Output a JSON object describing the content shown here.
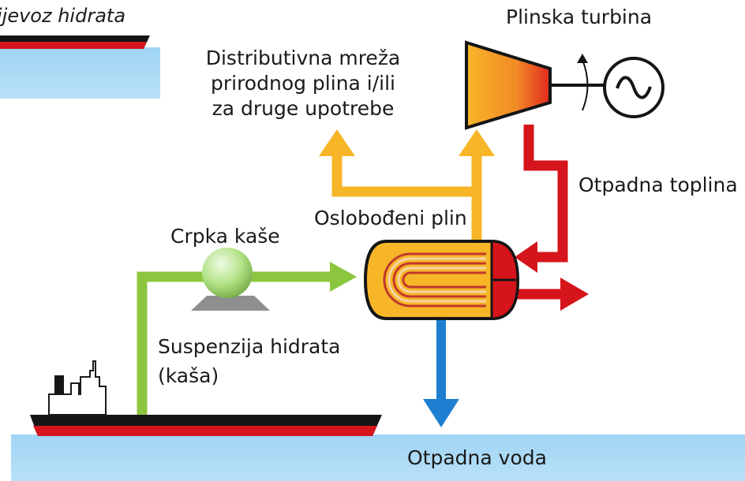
{
  "labels": {
    "transport": "ijevoz hidrata",
    "distribution": [
      "Distributivna mreža",
      "prirodnog plina i/ili",
      "za druge upotrebe"
    ],
    "turbine": "Plinska turbina",
    "waste_heat": "Otpadna toplina",
    "released_gas": "Oslobođeni plin",
    "pump": "Crpka kaše",
    "suspension": "Suspenzija hidrata",
    "slurry": "(kaša)",
    "waste_water": "Otpadna voda"
  },
  "colors": {
    "gas_flow": "#f7b628",
    "heat_flow": "#d5151b",
    "slurry_flow": "#8cc63f",
    "water_flow": "#1e7fd0",
    "water_surface": "#a7d8f5",
    "ship_hull": "#151515",
    "ship_stripe": "#d5151b",
    "pump_ball": "#b2e286",
    "pump_base": "#8f8f8f"
  },
  "icons": {
    "turbine": "gas-turbine-icon",
    "generator": "generator-icon",
    "heat_exchanger": "heat-exchanger-icon",
    "pump": "slurry-pump-icon",
    "ship": "ship-icon"
  }
}
